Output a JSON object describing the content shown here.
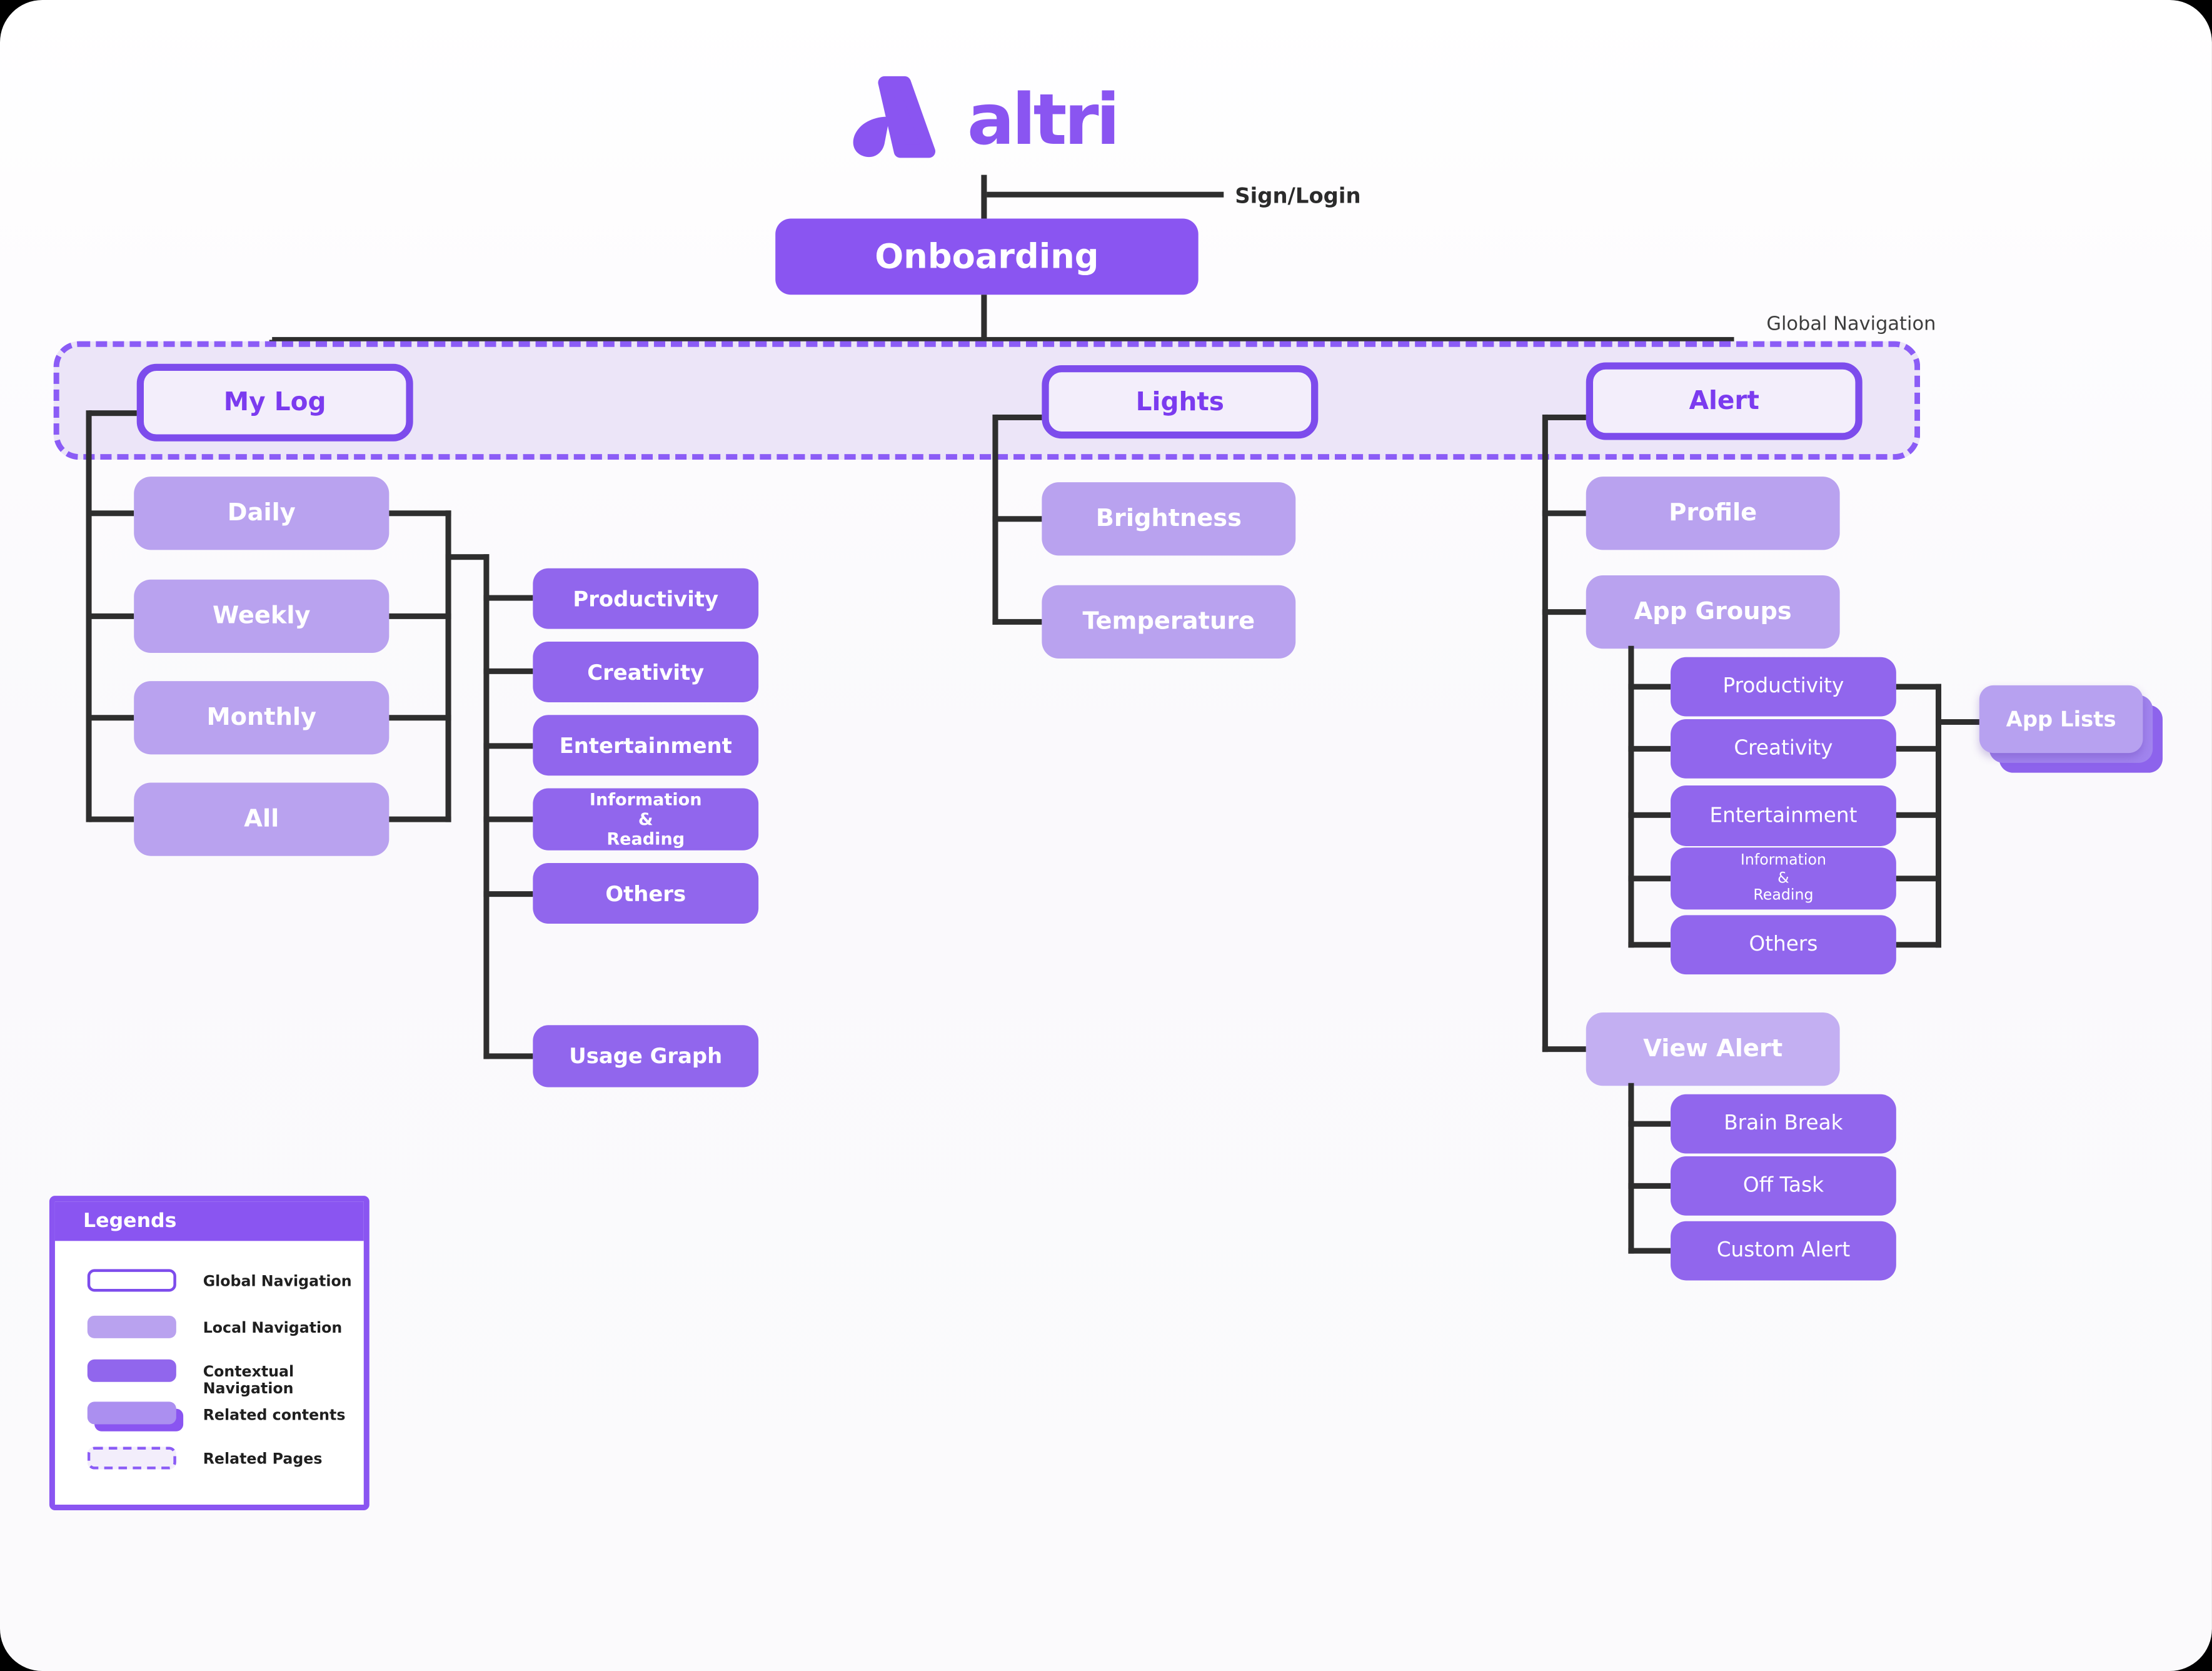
{
  "brand": {
    "wordmark": "altri"
  },
  "annotations": {
    "sign_login": "Sign/Login",
    "global_navigation": "Global Navigation"
  },
  "nodes": {
    "onboarding": "Onboarding",
    "my_log": "My Log",
    "lights": "Lights",
    "alert": "Alert",
    "daily": "Daily",
    "weekly": "Weekly",
    "monthly": "Monthly",
    "all": "All",
    "productivity": "Productivity",
    "creativity": "Creativity",
    "entertainment": "Entertainment",
    "information_reading": "Information\n&\nReading",
    "others": "Others",
    "usage_graph": "Usage Graph",
    "brightness": "Brightness",
    "temperature": "Temperature",
    "profile": "Profile",
    "app_groups": "App Groups",
    "app_lists": "App Lists",
    "view_alert": "View Alert",
    "brain_break": "Brain Break",
    "off_task": "Off Task",
    "custom_alert": "Custom Alert"
  },
  "legend": {
    "title": "Legends",
    "items": [
      {
        "label": "Global Navigation"
      },
      {
        "label": "Local Navigation"
      },
      {
        "label": "Contextual Navigation"
      },
      {
        "label": "Related contents"
      },
      {
        "label": "Related Pages"
      }
    ]
  },
  "colors": {
    "brand_purple": "#8a55f1",
    "global_nav_border": "#7d4cec",
    "global_nav_fill": "#f3eefb",
    "local_nav_fill": "#b9a2ef",
    "contextual_nav_fill": "#9166ed",
    "related_pages_fill": "#ece5f8",
    "connector": "#2e2e2e"
  }
}
